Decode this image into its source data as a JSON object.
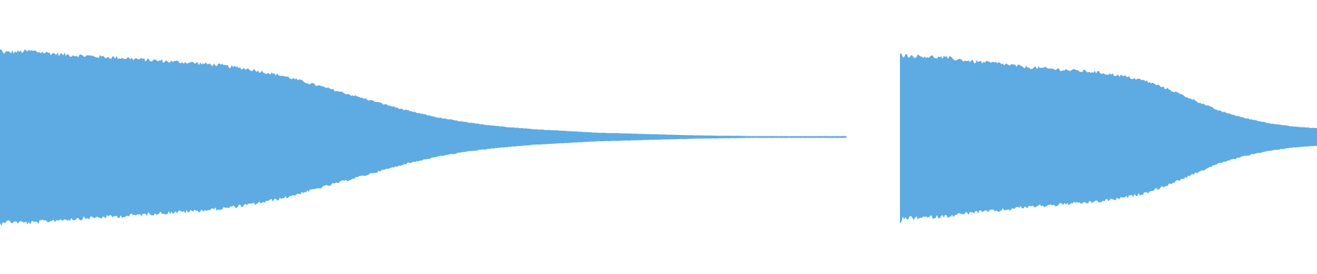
{
  "waveform": {
    "color": "#5dabe2",
    "background": "#ffffff",
    "segments": [
      {
        "name": "waveform-segment-1",
        "onset_peak": 0.99,
        "envelope": [
          0.96,
          0.98,
          0.94,
          0.92,
          0.9,
          0.87,
          0.85,
          0.82,
          0.77,
          0.7,
          0.6,
          0.5,
          0.4,
          0.3,
          0.22,
          0.16,
          0.12,
          0.09,
          0.07,
          0.05,
          0.04,
          0.03,
          0.02,
          0.015,
          0.01,
          0.01,
          0.01,
          0.01
        ],
        "noise": 0.025
      },
      {
        "name": "waveform-segment-2",
        "onset_peak": 0.97,
        "envelope": [
          0.93,
          0.92,
          0.9,
          0.86,
          0.84,
          0.8,
          0.78,
          0.76,
          0.74,
          0.7,
          0.64,
          0.54,
          0.42,
          0.3,
          0.22,
          0.16,
          0.12,
          0.1
        ],
        "noise": 0.025
      }
    ]
  }
}
